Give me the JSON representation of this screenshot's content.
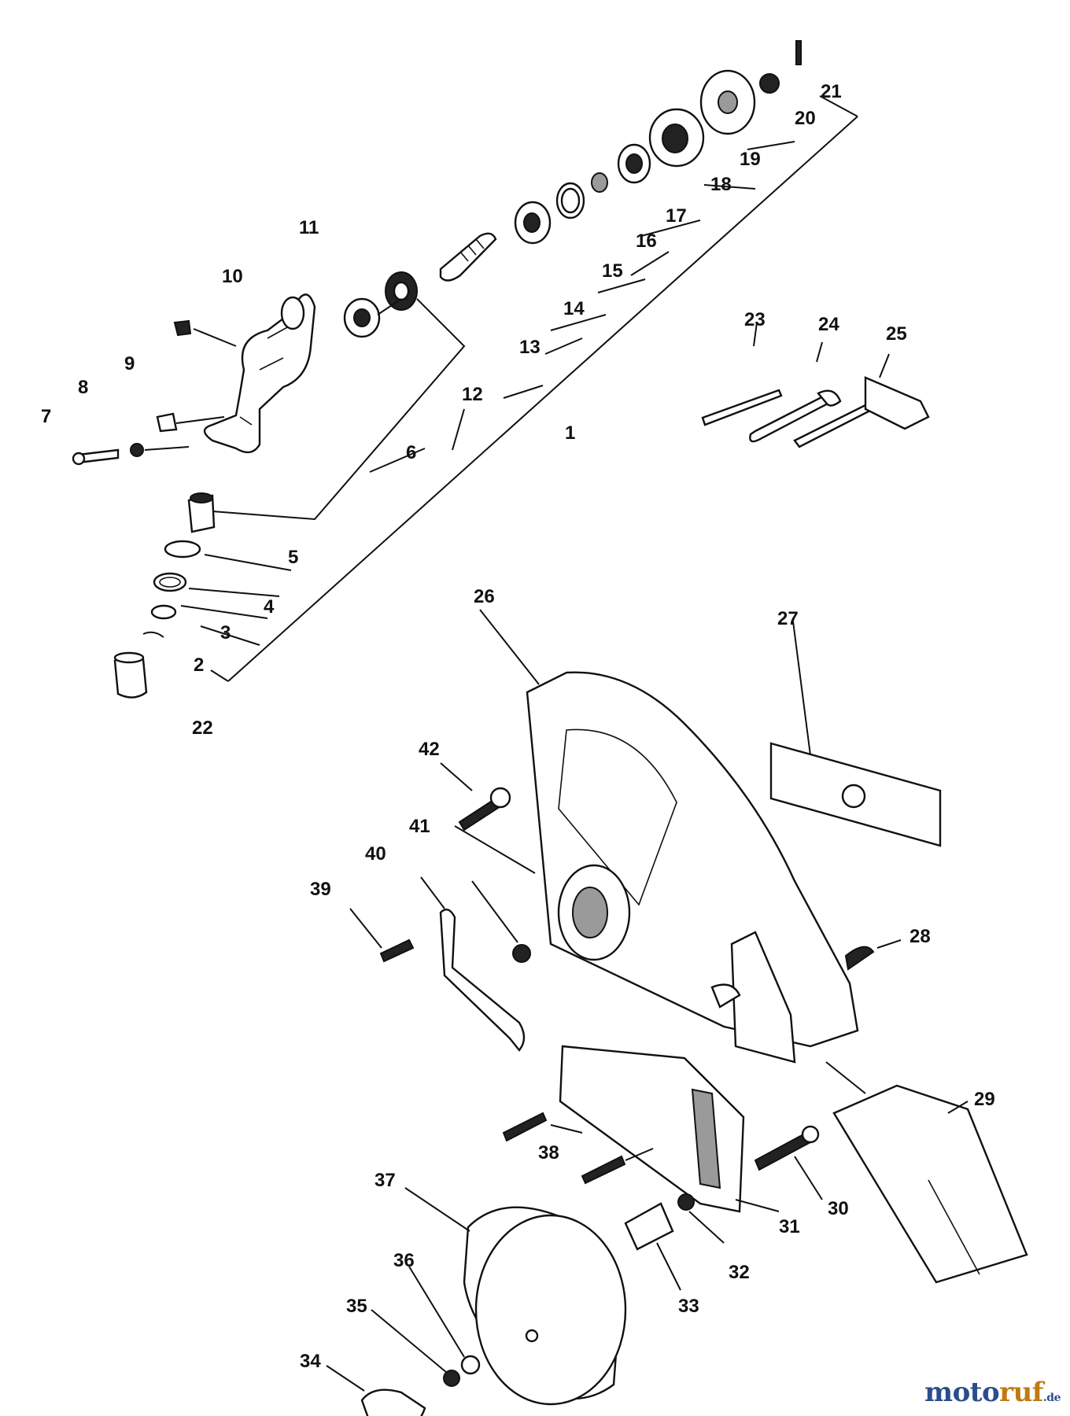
{
  "diagram": {
    "labels": [
      "1",
      "2",
      "3",
      "4",
      "5",
      "6",
      "7",
      "8",
      "9",
      "10",
      "11",
      "12",
      "13",
      "14",
      "15",
      "16",
      "17",
      "18",
      "19",
      "20",
      "21",
      "22",
      "23",
      "24",
      "25",
      "26",
      "27",
      "28",
      "29",
      "30",
      "31",
      "32",
      "33",
      "34",
      "35",
      "36",
      "37",
      "38",
      "39",
      "40",
      "41",
      "42"
    ]
  },
  "watermark": {
    "part1": "moto",
    "part2": "ruf",
    "part3": ".de"
  }
}
